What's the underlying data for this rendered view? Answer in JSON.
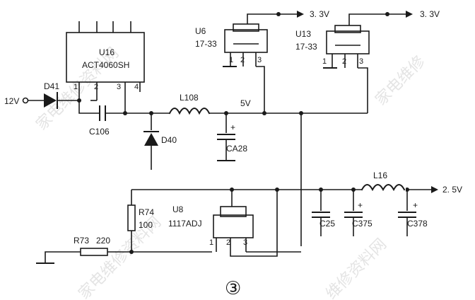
{
  "labels": {
    "u16_ref": "U16",
    "u16_part": "ACT4060SH",
    "u16_pin1": "1",
    "u16_pin2": "2",
    "u16_pin3": "3",
    "u16_pin4": "4",
    "input_12v": "12V",
    "d41": "D41",
    "c106": "C106",
    "d40": "D40",
    "l108": "L108",
    "ca28": "CA28",
    "net_5v": "5V",
    "u6_ref": "U6",
    "u6_part": "17-33",
    "u13_ref": "U13",
    "u13_part": "17-33",
    "reg_pin1": "1",
    "reg_pin2": "2",
    "reg_pin3": "3",
    "out_33v_1": "3. 3V",
    "out_33v_2": "3. 3V",
    "r74": "R74",
    "r74_val": "100",
    "u8_ref": "U8",
    "u8_part": "1117ADJ",
    "r73": "R73",
    "r73_val": "220",
    "c25": "C25",
    "c375": "C375",
    "l16": "L16",
    "c378": "C378",
    "out_25v": "2. 5V",
    "figure_number": "③"
  },
  "watermarks": [
    "家电维修资料网",
    "家电维修",
    "家电维修资料网",
    "维修资料网"
  ]
}
